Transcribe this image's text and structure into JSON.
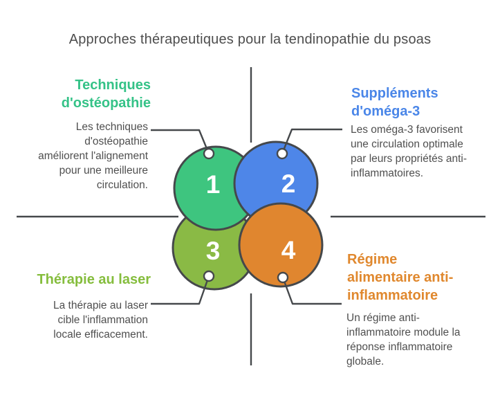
{
  "title": "Approches thérapeutiques pour la tendinopathie du psoas",
  "title_color": "#4d4d4d",
  "body_text_color": "#4f4f4f",
  "outline_color": "#45484b",
  "number_text_color": "#ffffff",
  "steps": [
    {
      "number": "1",
      "label": "Techniques\nd'ostéopathie",
      "description": "Les techniques\nd'ostéopathie\naméliorent l'alignement\npour une meilleure\ncirculation.",
      "circle_color": "#3ec57f",
      "label_color": "#34c287"
    },
    {
      "number": "2",
      "label": "Suppléments\nd'oméga-3",
      "description": "Les oméga-3 favorisent\nune circulation optimale\npar leurs propriétés anti-\ninflammatoires.",
      "circle_color": "#4e86e8",
      "label_color": "#4a86e8"
    },
    {
      "number": "3",
      "label": "Thérapie au laser",
      "description": "La thérapie au laser\ncible l'inflammation\nlocale efficacement.",
      "circle_color": "#8aba45",
      "label_color": "#85bd3d"
    },
    {
      "number": "4",
      "label": "Régime\nalimentaire anti-\ninflammatoire",
      "description": "Un régime anti-\ninflammatoire module la\nréponse inflammatoire\nglobale.",
      "circle_color": "#e0862f",
      "label_color": "#e0882e"
    }
  ]
}
